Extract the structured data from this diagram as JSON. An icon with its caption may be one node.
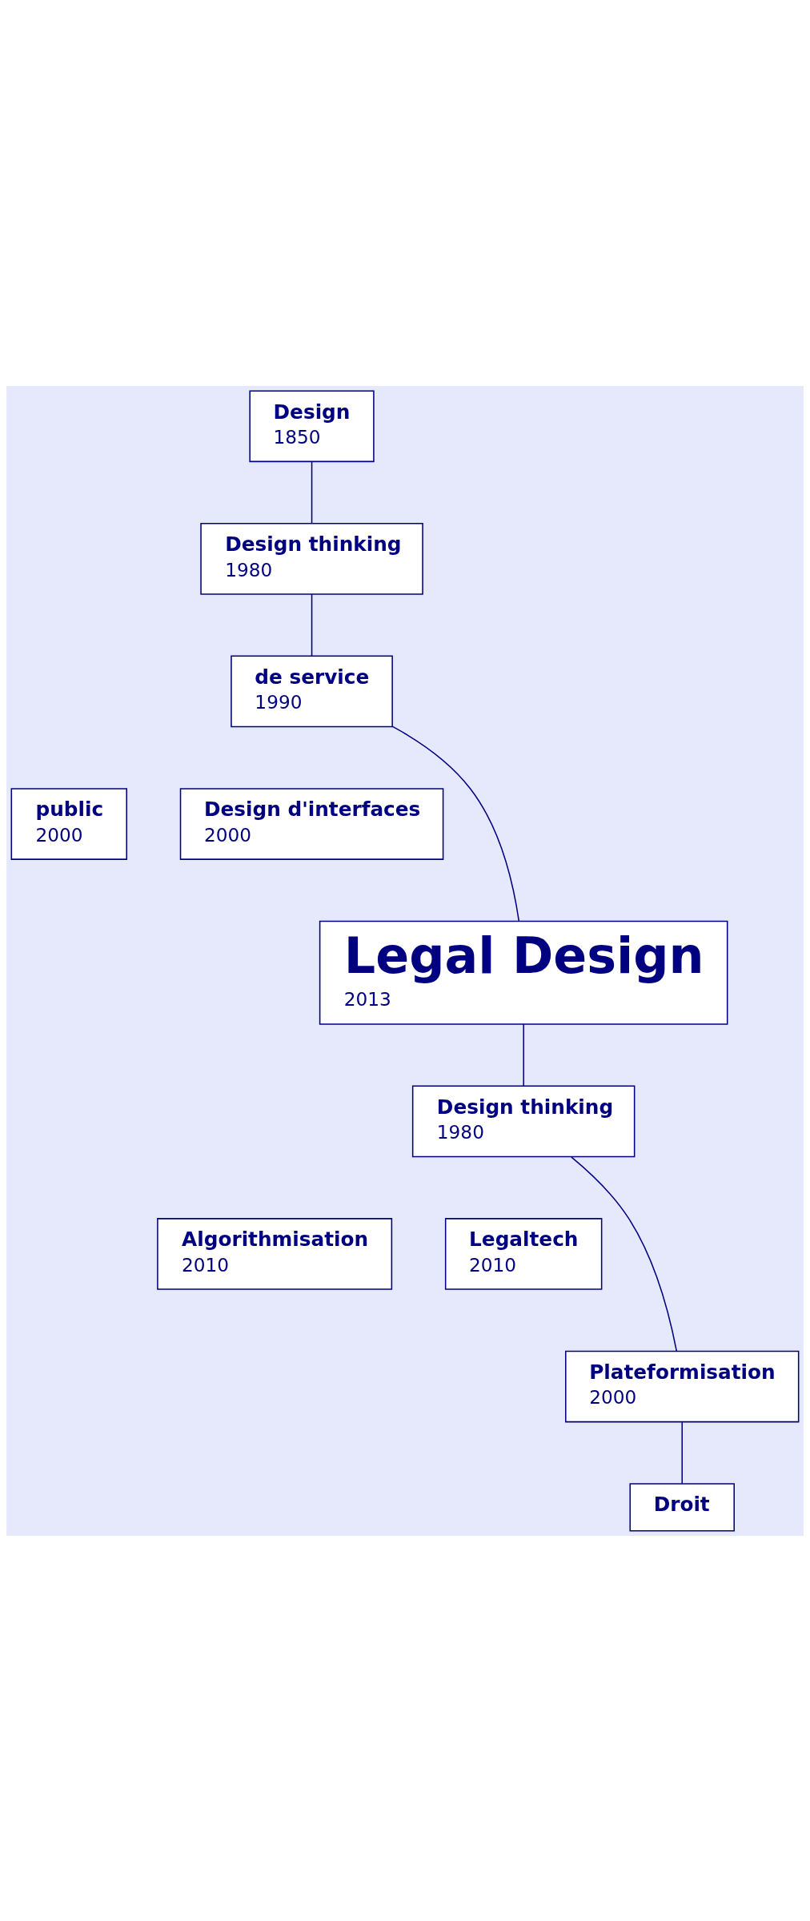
{
  "diagram": {
    "nodes": [
      {
        "text": [
          "Design",
          "1850"
        ]
      },
      {
        "text": [
          "Design thinking",
          "1980"
        ]
      },
      {
        "text": [
          "de service",
          "1990"
        ]
      },
      {
        "text": [
          "public",
          "2000"
        ]
      },
      {
        "text": [
          "Design d'interfaces",
          "2000"
        ]
      },
      {
        "text": [
          "Legal Design",
          "2013"
        ]
      },
      {
        "text": [
          "Design thinking",
          "1980"
        ]
      },
      {
        "text": [
          "Algorithmisation",
          "2010"
        ]
      },
      {
        "text": [
          "Legaltech",
          "2010"
        ]
      },
      {
        "text": [
          "Plateformisation",
          "2000"
        ]
      },
      {
        "text": [
          "Droit"
        ]
      }
    ],
    "edges": [
      {
        "from": 0,
        "to": 1,
        "arrow": "none"
      },
      {
        "from": 1,
        "to": 2,
        "arrow": "none"
      },
      {
        "from": 2,
        "to": 5,
        "arrow": "none"
      },
      {
        "from": 5,
        "to": 6,
        "arrow": "none"
      },
      {
        "from": 6,
        "to": 9,
        "arrow": "none"
      },
      {
        "from": 9,
        "to": 10,
        "arrow": "none"
      }
    ]
  }
}
